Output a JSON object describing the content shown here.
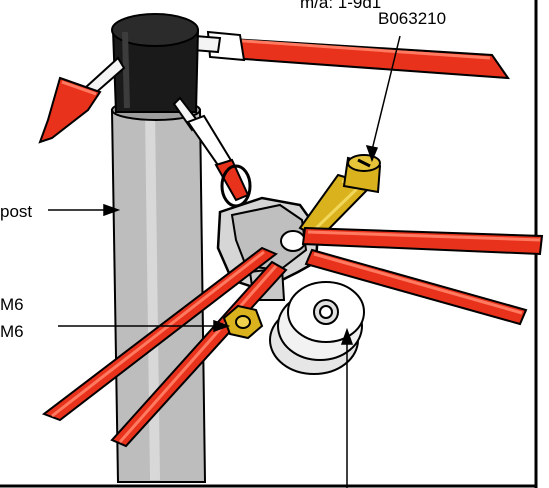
{
  "labels": {
    "top_partial": "m/a: 1-9d1",
    "part_number": "B063210",
    "post": "post",
    "m6_a": "M6",
    "m6_b": "M6"
  },
  "colors": {
    "wire_red": "#e8321c",
    "wire_highlight": "#ff6a4f",
    "post_grey": "#bdbdbd",
    "cap_black": "#1a1a1a",
    "bolt_brass": "#d9b21e",
    "pulley_white": "#f2f2f2",
    "outline": "#000000"
  }
}
